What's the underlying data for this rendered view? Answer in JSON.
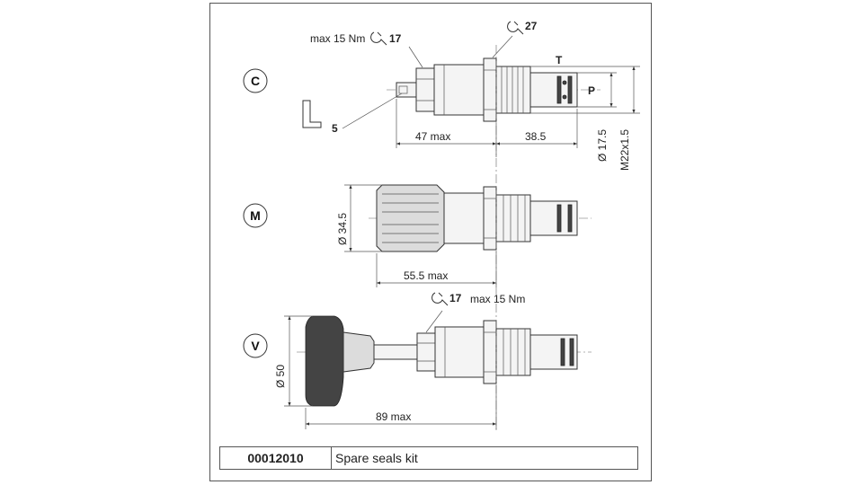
{
  "variants": [
    {
      "letter": "C",
      "dims": {
        "left_len": "47 max",
        "right_len": "38.5",
        "dia_small": "Ø 17.5",
        "thread": "M22x1.5"
      },
      "torque": "max 15 Nm",
      "wrench_small": "17",
      "wrench_large": "27",
      "hex_key": "5",
      "ports": {
        "tank": "T",
        "pressure": "P"
      }
    },
    {
      "letter": "M",
      "dims": {
        "knob_dia": "Ø 34.5",
        "length": "55.5 max"
      }
    },
    {
      "letter": "V",
      "dims": {
        "knob_dia": "Ø 50",
        "length": "89 max"
      },
      "torque": "max 15 Nm",
      "wrench": "17"
    }
  ],
  "kit": {
    "code": "00012010",
    "description": "Spare seals kit"
  },
  "colors": {
    "line": "#333333",
    "frame": "#555555"
  }
}
